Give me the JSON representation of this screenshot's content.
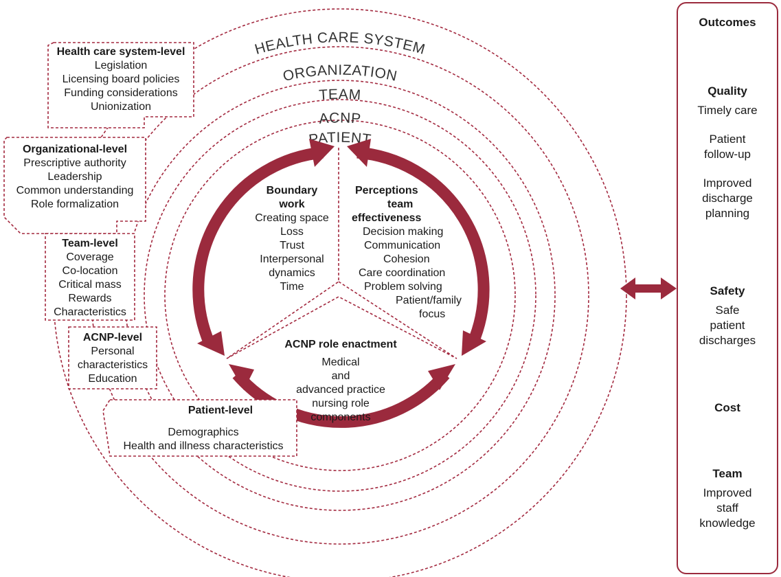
{
  "rings": {
    "health_care_system": "HEALTH CARE SYSTEM",
    "organization": "ORGANIZATION",
    "team": "TEAM",
    "acnp": "ACNP",
    "patient": "PATIENT"
  },
  "levels": {
    "health": {
      "title": "Health care system-level",
      "items": [
        "Legislation",
        "Licensing board policies",
        "Funding considerations",
        "Unionization"
      ]
    },
    "organizational": {
      "title": "Organizational-level",
      "items": [
        "Prescriptive authority",
        "Leadership",
        "Common understanding",
        "Role formalization"
      ]
    },
    "team": {
      "title": "Team-level",
      "items": [
        "Coverage",
        "Co-location",
        "Critical mass",
        "Rewards",
        "Characteristics"
      ]
    },
    "acnp": {
      "title": "ACNP-level",
      "items": [
        "Personal",
        "characteristics",
        "Education"
      ]
    },
    "patient": {
      "title": "Patient-level",
      "items": [
        "Demographics",
        "Health and illness characteristics"
      ]
    }
  },
  "core": {
    "boundary": {
      "title": [
        "Boundary",
        "work"
      ],
      "items": [
        "Creating space",
        "Loss",
        "Trust",
        "Interpersonal",
        "dynamics",
        "Time"
      ]
    },
    "perceptions": {
      "title": [
        "Perceptions",
        "team",
        "effectiveness"
      ],
      "items": [
        "Decision making",
        "Communication",
        "Cohesion",
        "Care coordination",
        "Problem solving",
        "Patient/family",
        "focus"
      ]
    },
    "role": {
      "title": "ACNP role enactment",
      "items": [
        "Medical",
        "and",
        "advanced practice",
        "nursing role",
        "components"
      ]
    }
  },
  "outcomes": {
    "title": "Outcomes",
    "quality": {
      "title": "Quality",
      "items": [
        "Timely care",
        "Patient",
        "follow-up",
        "Improved",
        "discharge",
        "planning"
      ]
    },
    "safety": {
      "title": "Safety",
      "items": [
        "Safe",
        "patient",
        "discharges"
      ]
    },
    "cost": {
      "title": "Cost"
    },
    "team": {
      "title": "Team",
      "items": [
        "Improved",
        "staff",
        "knowledge"
      ]
    }
  },
  "colors": {
    "accent": "#9b2a3d",
    "dashed": "#a3293f"
  }
}
